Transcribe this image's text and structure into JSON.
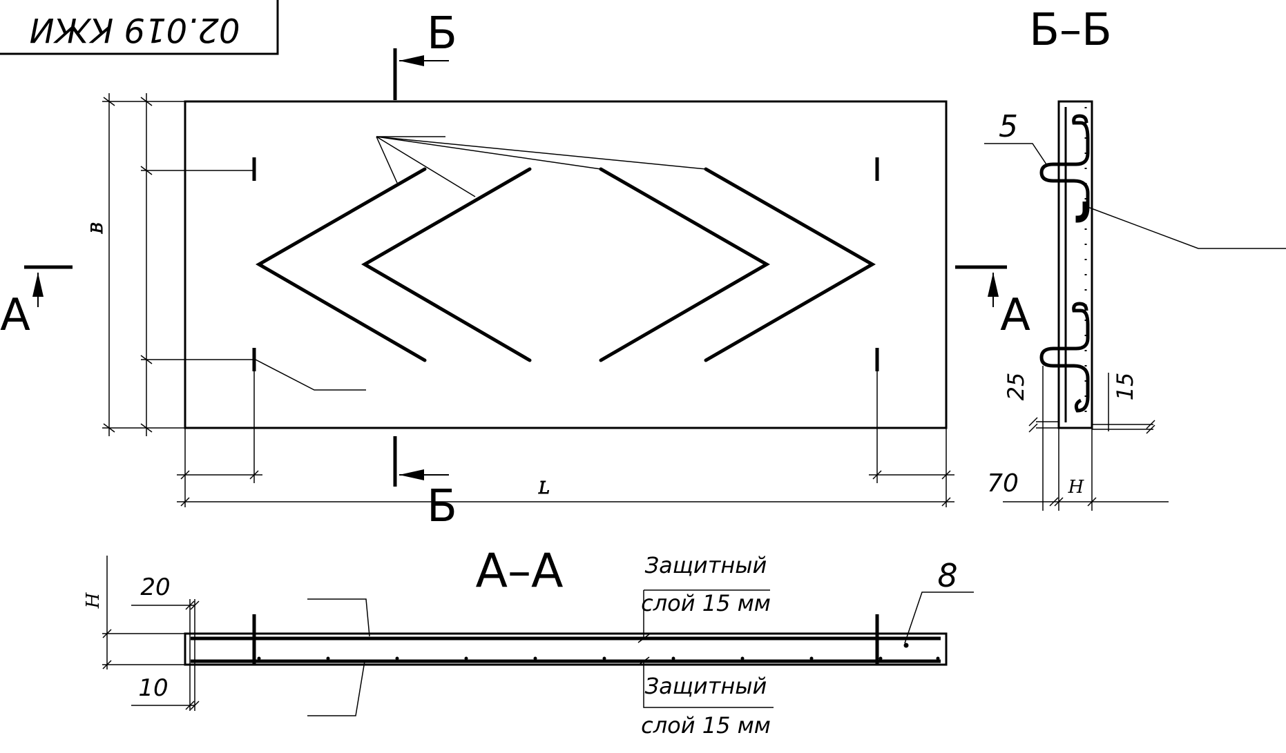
{
  "stamp": {
    "code": "02.019 КЖИ"
  },
  "labels": {
    "section_bb_title": "Б–Б",
    "section_aa_title": "А–А",
    "cut_b_top": "Б",
    "cut_b_bottom": "Б",
    "cut_a_left": "А",
    "cut_a_right": "А",
    "dim_B": "B",
    "dim_L": "L",
    "dim_H_bb": "H",
    "dim_H_aa": "H",
    "dim_70": "70",
    "dim_25": "25",
    "dim_15": "15",
    "dim_20": "20",
    "dim_10": "10",
    "pos_5": "5",
    "pos_8": "8",
    "cover_top_line1": "Защитный",
    "cover_top_line2": "слой 15 мм",
    "cover_bottom_line1": "Защитный",
    "cover_bottom_line2": "слой 15 мм"
  }
}
